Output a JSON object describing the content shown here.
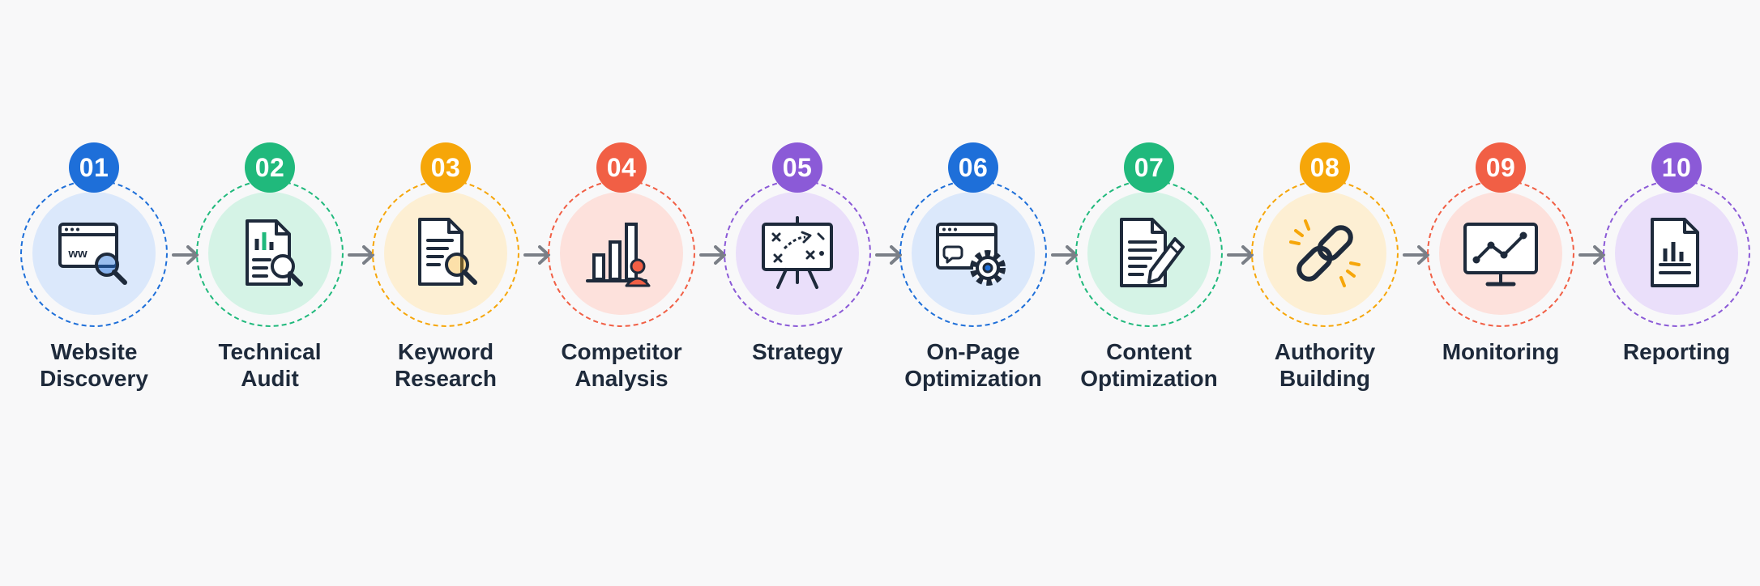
{
  "steps": [
    {
      "number": "01",
      "line1": "Website",
      "line2": "Discovery",
      "color": "#1e6fd9",
      "tint": "#dbe8fb",
      "icon": "website-search-icon"
    },
    {
      "number": "02",
      "line1": "Technical",
      "line2": "Audit",
      "color": "#20b97c",
      "tint": "#d5f3e6",
      "icon": "report-search-icon"
    },
    {
      "number": "03",
      "line1": "Keyword",
      "line2": "Research",
      "color": "#f6a609",
      "tint": "#fdefd3",
      "icon": "document-search-icon"
    },
    {
      "number": "04",
      "line1": "Competitor",
      "line2": "Analysis",
      "color": "#f15f45",
      "tint": "#fde1dc",
      "icon": "competitor-chart-icon"
    },
    {
      "number": "05",
      "line1": "Strategy",
      "line2": "",
      "color": "#8b5ad7",
      "tint": "#eadffa",
      "icon": "strategy-board-icon"
    },
    {
      "number": "06",
      "line1": "On-Page",
      "line2": "Optimization",
      "color": "#1e6fd9",
      "tint": "#dbe8fb",
      "icon": "browser-gear-icon"
    },
    {
      "number": "07",
      "line1": "Content",
      "line2": "Optimization",
      "color": "#20b97c",
      "tint": "#d5f3e6",
      "icon": "document-pencil-icon"
    },
    {
      "number": "08",
      "line1": "Authority",
      "line2": "Building",
      "color": "#f6a609",
      "tint": "#fdefd3",
      "icon": "chain-link-icon"
    },
    {
      "number": "09",
      "line1": "Monitoring",
      "line2": "",
      "color": "#f15f45",
      "tint": "#fde1dc",
      "icon": "monitor-chart-icon"
    },
    {
      "number": "10",
      "line1": "Reporting",
      "line2": "",
      "color": "#8b5ad7",
      "tint": "#eadffa",
      "icon": "report-chart-icon"
    }
  ],
  "colors": {
    "ink": "#1e2a3b",
    "arrow": "#7a7f87",
    "background": "#f8f8f9"
  }
}
